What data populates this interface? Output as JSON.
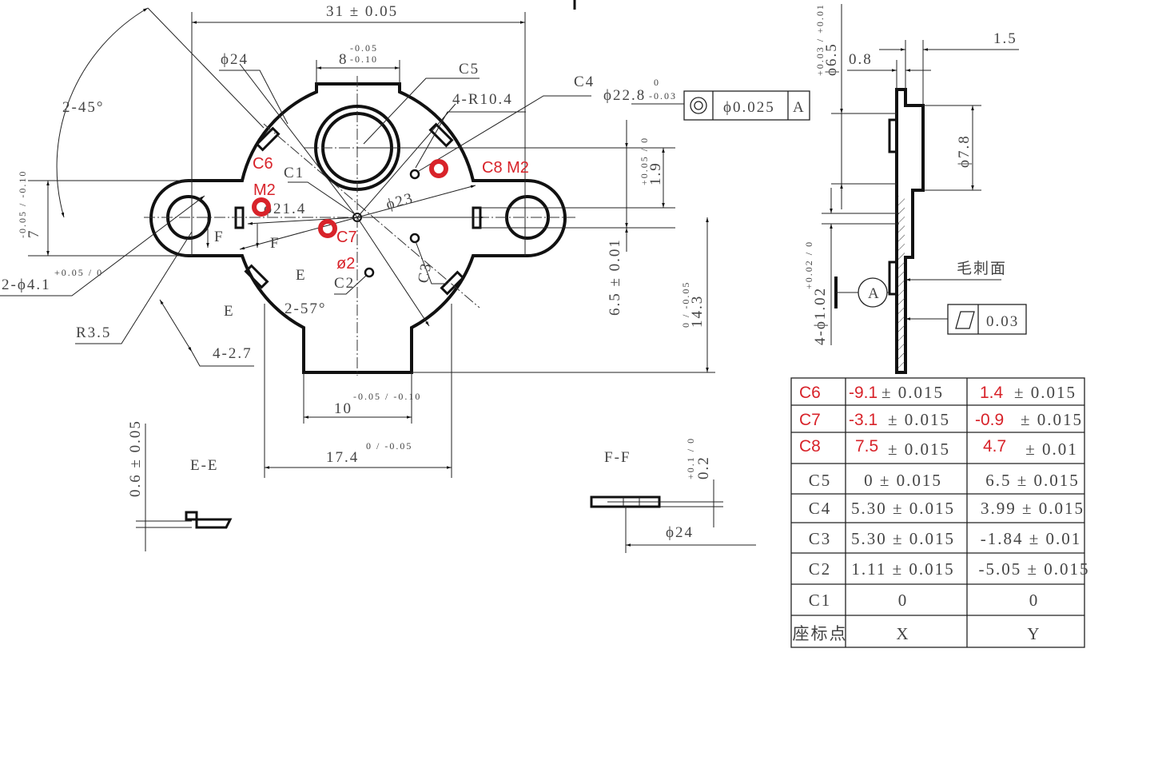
{
  "front_view": {
    "dim_width": "31 ± 0.05",
    "dim_phi24": "ϕ24",
    "dim_slot_main": "8",
    "dim_slot_tol_upper": "-0.05",
    "dim_slot_tol_lower": "-0.10",
    "label_c5": "C5",
    "label_c4": "C4",
    "dim_radius": "4-R10.4",
    "dim_phi228": "ϕ22.8",
    "dim_phi228_tol_upper": "0",
    "dim_phi228_tol_lower": "-0.03",
    "gdt_concentricity_value": "ϕ0.025",
    "gdt_concentricity_datum": "A",
    "dim_angle_45": "2-45°",
    "dim_ear_height": "7",
    "dim_ear_height_tol": "-0.05 / -0.10",
    "label_c1": "C1",
    "dim_phi214": "ϕ21.4",
    "dim_phi23": "ϕ23",
    "dim_19": "1.9",
    "dim_19_tol": "+0.05 / 0",
    "dim_65": "6.5 ± 0.01",
    "dim_143": "14.3",
    "dim_143_tol": "0 / -0.05",
    "dim_holes": "2-ϕ4.1",
    "dim_holes_tol": "+0.05 / 0",
    "label_f1": "F",
    "label_f2": "F",
    "label_e1": "E",
    "label_e2": "E",
    "dim_r35": "R3.5",
    "dim_angle_57": "2-57°",
    "label_c2": "C2",
    "label_c3": "C3",
    "dim_427": "4-2.7",
    "dim_10": "10",
    "dim_10_tol": "-0.05 / -0.10",
    "dim_174": "17.4",
    "dim_174_tol": "0 / -0.05"
  },
  "annotations": {
    "c6": "C6",
    "m2_left": "M2",
    "c8_m2": "C8 M2",
    "c7": "C7",
    "phi2": "ø2",
    "color": "#d8232a"
  },
  "section_ee": {
    "title": "E-E",
    "dim": "0.6 ± 0.05"
  },
  "section_ff": {
    "title": "F-F",
    "dim": "0.2",
    "dim_tol": "+0.1 / 0",
    "dim_phi24": "ϕ24"
  },
  "side_view": {
    "dim_phi65": "ϕ6.5",
    "dim_phi65_tol": "+0.03 / +0.01",
    "dim_08": "0.8",
    "dim_15": "1.5",
    "dim_phi78": "ϕ7.8",
    "dim_holes": "4-ϕ1.02",
    "dim_holes_tol": "+0.02 / 0",
    "datum": "A",
    "burr_side": "毛刺面",
    "gdt_flatness_value": "0.03"
  },
  "coordinate_table": {
    "header": [
      "座标点",
      "X",
      "Y"
    ],
    "rows": [
      {
        "point": "C6",
        "x_val": "-9.1",
        "x_tol": "± 0.015",
        "y_val": "1.4",
        "y_tol": "± 0.015",
        "highlight": true
      },
      {
        "point": "C7",
        "x_val": "-3.1",
        "x_tol": "± 0.015",
        "y_val": "-0.9",
        "y_tol": "± 0.015",
        "highlight": true
      },
      {
        "point": "C8",
        "x_val": "7.5",
        "x_tol": "± 0.015",
        "y_val": "4.7",
        "y_tol": "± 0.01",
        "highlight": true
      },
      {
        "point": "C5",
        "x": "0 ± 0.015",
        "y": "6.5 ± 0.015"
      },
      {
        "point": "C4",
        "x": "5.30 ± 0.015",
        "y": "3.99 ± 0.015"
      },
      {
        "point": "C3",
        "x": "5.30 ± 0.015",
        "y": "-1.84 ± 0.01"
      },
      {
        "point": "C2",
        "x": "1.11 ± 0.015",
        "y": "-5.05 ± 0.015"
      },
      {
        "point": "C1",
        "x": "0",
        "y": "0"
      }
    ]
  }
}
